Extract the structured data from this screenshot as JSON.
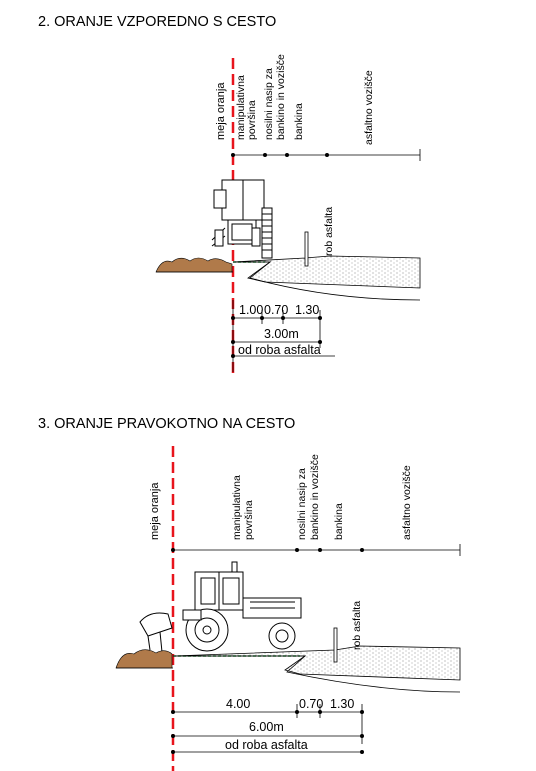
{
  "section2": {
    "title": "2. ORANJE VZPOREDNO S CESTO",
    "labels": {
      "boundary": "meja oranja",
      "manip_1": "manipulativna",
      "manip_2": "površina",
      "embank_1": "nosilni nasip za",
      "embank_2": "bankino in vozišče",
      "shoulder": "bankina",
      "road": "asfaltno vozišče",
      "edge": "rob asfalta"
    },
    "dims": {
      "d1": "1.00",
      "d2": "0.70",
      "d3": "1.30",
      "total": "3.00m",
      "from": "od roba asfalta"
    }
  },
  "section3": {
    "title": "3. ORANJE PRAVOKOTNO NA CESTO",
    "labels": {
      "boundary": "meja oranja",
      "manip_1": "manipulativna",
      "manip_2": "površina",
      "embank_1": "nosilni nasip za",
      "embank_2": "bankino in vozišče",
      "shoulder": "bankina",
      "road": "asfaltno vozišče",
      "edge": "rob asfalta"
    },
    "dims": {
      "d1": "4.00",
      "d2": "0.70",
      "d3": "1.30",
      "total": "6.00m",
      "from": "od roba asfalta"
    }
  },
  "colors": {
    "boundary_line": "#e8141c",
    "grass": "#2fb34a",
    "soil": "#b07a4a",
    "line": "#000000"
  }
}
